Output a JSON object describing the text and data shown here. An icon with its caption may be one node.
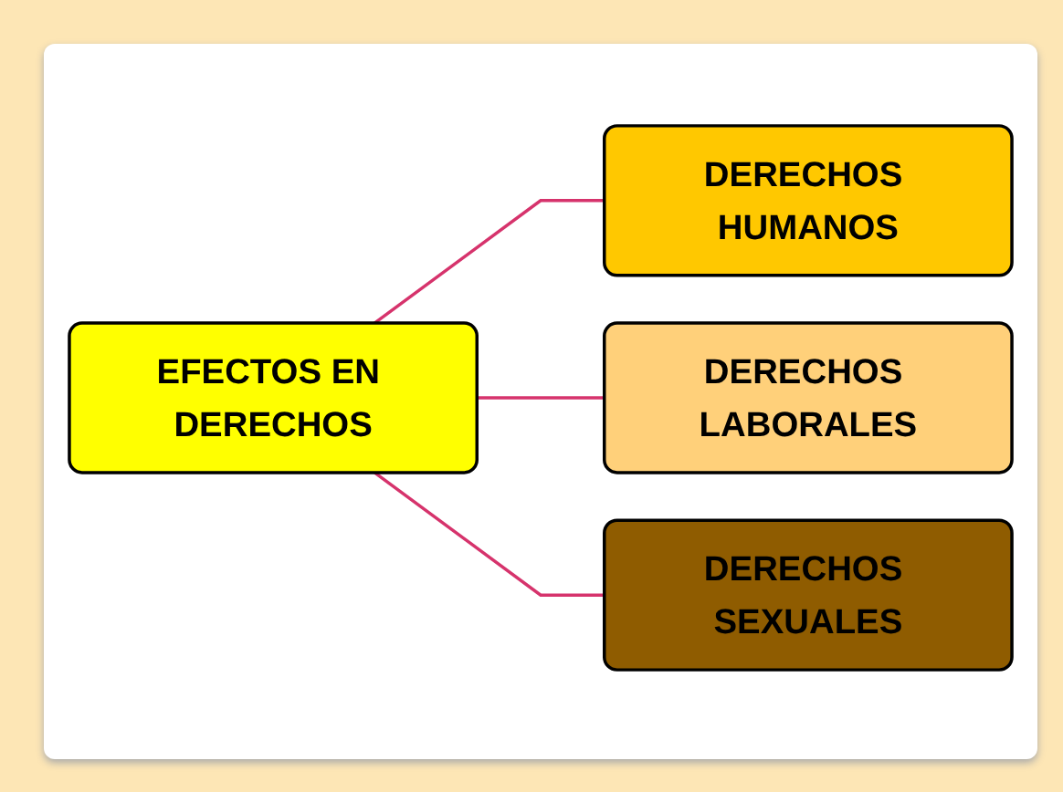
{
  "diagram": {
    "nodes": [
      {
        "text": [
          "EFECTOS EN DERECHOS"
        ]
      },
      {
        "text": [
          "DERECHOS HUMANOS"
        ]
      },
      {
        "text": [
          "DERECHOS LABORALES"
        ]
      },
      {
        "text": [
          "DERECHOS SEXUALES"
        ]
      }
    ],
    "edges": [
      {
        "from": 0,
        "to": 1,
        "arrow": "none"
      },
      {
        "from": 0,
        "to": 2,
        "arrow": "none"
      },
      {
        "from": 0,
        "to": 3,
        "arrow": "none"
      }
    ]
  }
}
